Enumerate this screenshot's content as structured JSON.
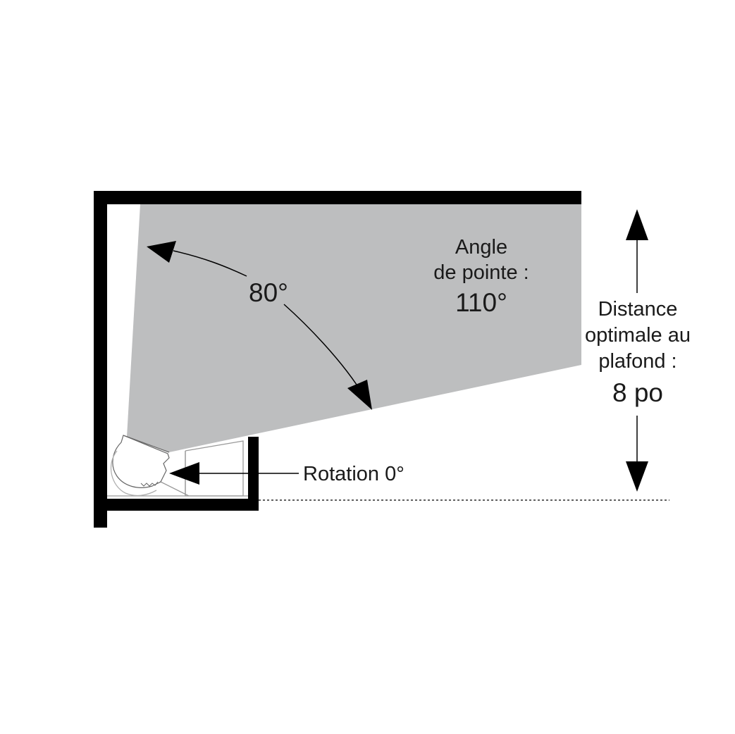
{
  "colors": {
    "background": "#ffffff",
    "wall": "#000000",
    "light_beam": "#bdbebf",
    "fixture_outline": "#9a9a9a",
    "text": "#1a1a1a"
  },
  "labels": {
    "beam_angle_line1": "Angle",
    "beam_angle_line2": "de pointe :",
    "beam_angle_value": "110°",
    "tilt_angle": "80°",
    "rotation": "Rotation 0°",
    "distance_line1": "Distance",
    "distance_line2": "optimale au",
    "distance_line3": "plafond :",
    "distance_value": "8 po"
  },
  "icons": {
    "fixture": "light-fixture-icon"
  }
}
